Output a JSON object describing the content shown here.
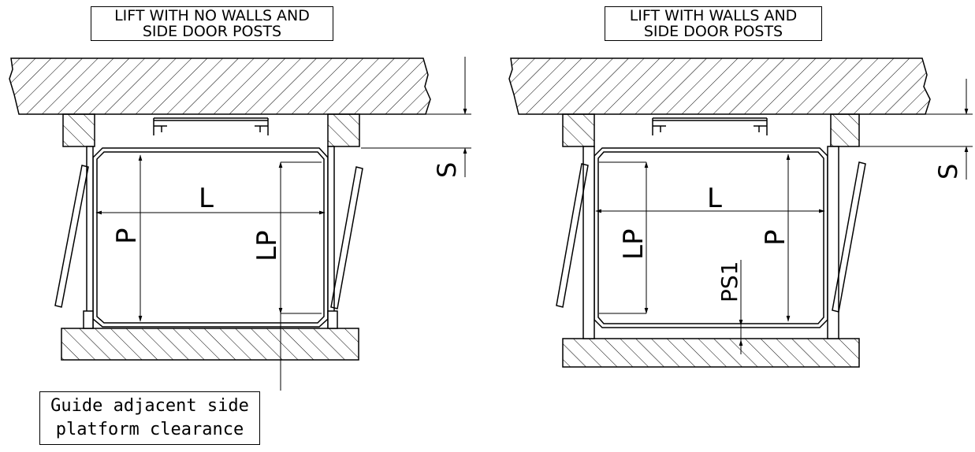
{
  "left_diagram": {
    "title_line1": "LIFT WITH NO WALLS AND",
    "title_line2": "SIDE DOOR POSTS",
    "labels": {
      "width": "L",
      "depth": "P",
      "guide_clearance": "LP",
      "gap": "S"
    },
    "note_line1": "Guide adjacent side",
    "note_line2": "platform clearance"
  },
  "right_diagram": {
    "title_line1": "LIFT WITH WALLS AND",
    "title_line2": "SIDE DOOR POSTS",
    "labels": {
      "width": "L",
      "depth": "P",
      "guide_clearance": "LP",
      "side_clearance": "PS1",
      "gap": "S"
    }
  }
}
